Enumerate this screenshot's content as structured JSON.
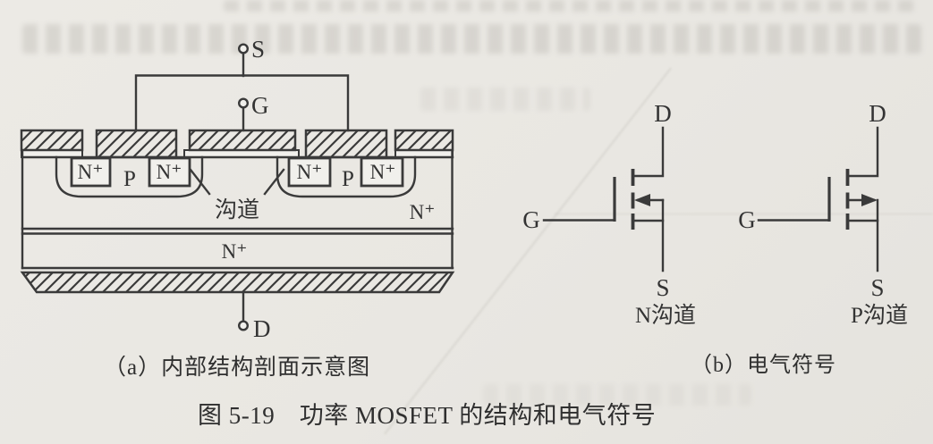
{
  "figure": {
    "caption": "图 5-19　功率 MOSFET 的结构和电气符号",
    "panel_a": {
      "caption": "（a）内部结构剖面示意图",
      "terminals": {
        "source": "S",
        "gate": "G",
        "drain": "D"
      },
      "regions": {
        "source_n_plus": "N⁺",
        "body_p": "P",
        "channel_label": "沟道",
        "drift_n_plus": "N⁺",
        "substrate_n_plus": "N⁺"
      }
    },
    "panel_b": {
      "caption": "（b）电气符号",
      "n_channel": {
        "label": "N沟道",
        "drain": "D",
        "gate": "G",
        "source": "S"
      },
      "p_channel": {
        "label": "P沟道",
        "drain": "D",
        "gate": "G",
        "source": "S"
      }
    }
  },
  "colors": {
    "ink": "#3a3a3a",
    "paper": "#e9e7e2"
  }
}
